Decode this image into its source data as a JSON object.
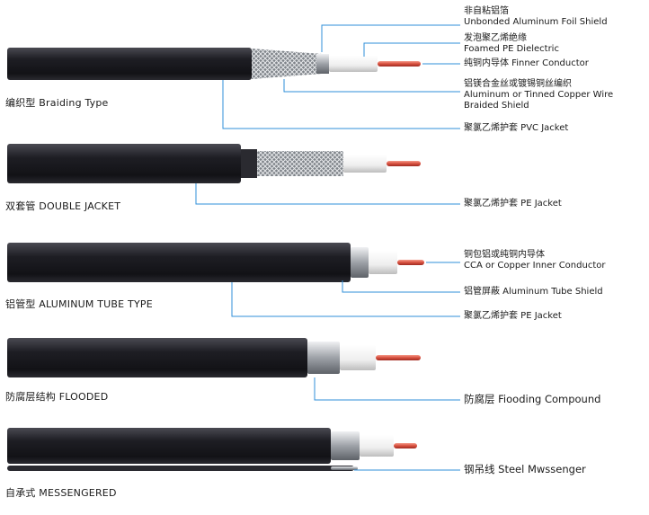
{
  "colors": {
    "leader": "#2f8fd8",
    "jacket": "#1c1c22",
    "copper": "#d8503f",
    "dielectric": "#f2f2f2",
    "shield": "#b9bcc2"
  },
  "cables": [
    {
      "caption": "编织型  Braiding Type",
      "labels": [
        "非自粘铝箔",
        "Unbonded Aluminum Foil Shield",
        "发泡聚乙烯绝缘",
        "Foamed PE Dielectric",
        "纯铜内导体 Finner Conductor",
        "铝镁合金丝或镀锡铜丝编织",
        "Aluminum or Tinned Copper Wire",
        "Braided Shield",
        "聚氯乙烯护套  PVC Jacket"
      ]
    },
    {
      "caption": "双套管  DOUBLE JACKET",
      "labels": [
        "聚氯乙烯护套  PE Jacket"
      ]
    },
    {
      "caption": "铝管型  ALUMINUM TUBE TYPE",
      "labels": [
        "铜包铝或纯铜内导体",
        "CCA or Copper Inner Conductor",
        "铝管屏蔽  Aluminum Tube Shield",
        "聚氯乙烯护套  PE Jacket"
      ]
    },
    {
      "caption": "防腐层结构  FLOODED",
      "labels": [
        "防腐层  Fiooding Compound"
      ]
    },
    {
      "caption": "自承式  MESSENGERED",
      "labels": [
        "钢吊线  Steel  Mwssenger"
      ]
    }
  ]
}
